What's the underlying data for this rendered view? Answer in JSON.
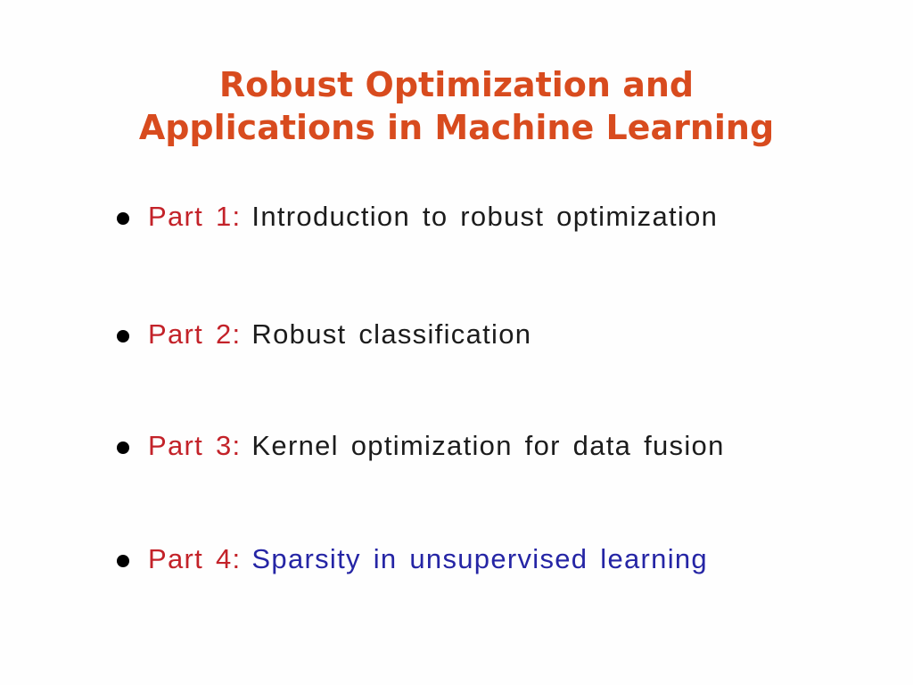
{
  "slide": {
    "title": {
      "line1": "Robust Optimization and",
      "line2": "Applications in Machine Learning"
    },
    "bullets": [
      {
        "label": "Part 1:",
        "text": "Introduction to robust optimization",
        "text_color": "#1c1c1c"
      },
      {
        "label": "Part 2:",
        "text": "Robust classification",
        "text_color": "#1c1c1c"
      },
      {
        "label": "Part 3:",
        "text": "Kernel optimization for data fusion",
        "text_color": "#1c1c1c"
      },
      {
        "label": "Part 4:",
        "text": "Sparsity in unsupervised learning",
        "text_color": "#2525a5"
      }
    ],
    "colors": {
      "background": "#fefefe",
      "title": "#d84b1e",
      "part_label": "#c32229",
      "body_text": "#1c1c1c",
      "highlight_text": "#2525a5",
      "bullet_dot": "#000000"
    }
  }
}
